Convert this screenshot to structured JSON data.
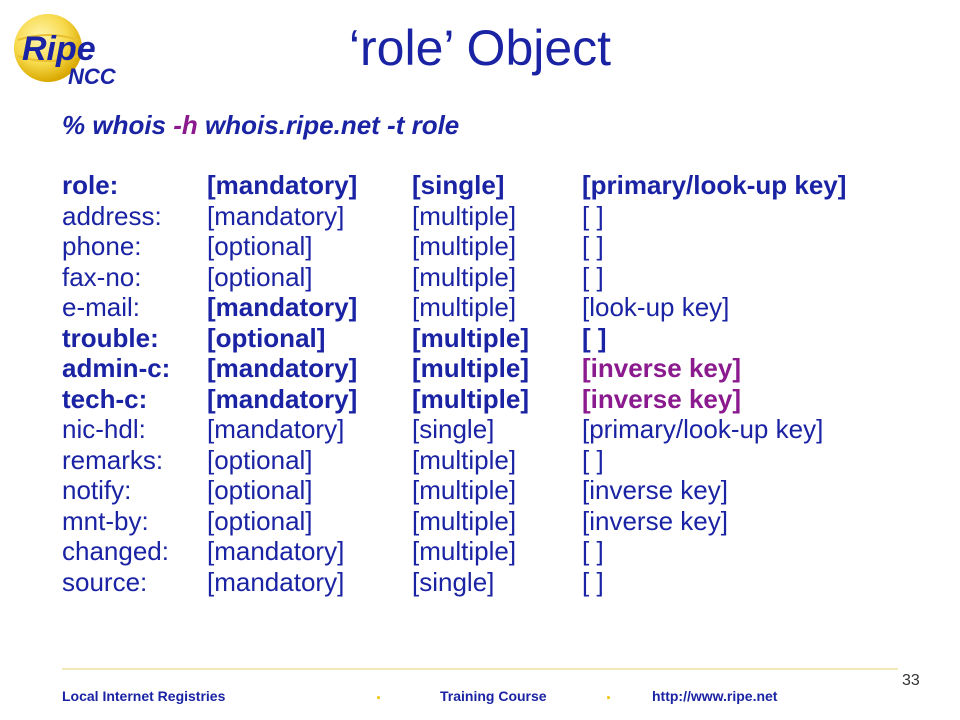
{
  "logo": {
    "main": "Ripe",
    "sub": "NCC"
  },
  "title": "‘role’ Object",
  "command": {
    "prefix": "% whois ",
    "flag": "-h",
    "rest": " whois.ripe.net -t role"
  },
  "attributes": [
    {
      "name": "role:",
      "status": "[mandatory]",
      "mult": "[single]",
      "key": "[primary/look-up key]",
      "bold": true,
      "highlight": false
    },
    {
      "name": "address:",
      "status": "[mandatory]",
      "mult": "[multiple]",
      "key": "[ ]",
      "bold": false,
      "highlight": false
    },
    {
      "name": "phone:",
      "status": "[optional]",
      "mult": "[multiple]",
      "key": "[ ]",
      "bold": false,
      "highlight": false
    },
    {
      "name": "fax-no:",
      "status": "[optional]",
      "mult": "[multiple]",
      "key": "[ ]",
      "bold": false,
      "highlight": false
    },
    {
      "name": "e-mail:",
      "status": "[mandatory]",
      "mult": "[multiple]",
      "key": "[look-up key]",
      "bold": false,
      "highlight": false,
      "status_bold": true
    },
    {
      "name": "trouble:",
      "status": "[optional]",
      "mult": "[multiple]",
      "key": "[ ]",
      "bold": true,
      "highlight": false
    },
    {
      "name": "admin-c:",
      "status": "[mandatory]",
      "mult": "[multiple]",
      "key": "[inverse key]",
      "bold": true,
      "highlight": true
    },
    {
      "name": "tech-c:",
      "status": "[mandatory]",
      "mult": "[multiple]",
      "key": "[inverse key]",
      "bold": true,
      "highlight": true
    },
    {
      "name": "nic-hdl:",
      "status": "[mandatory]",
      "mult": "[single]",
      "key": "[primary/look-up key]",
      "bold": false,
      "highlight": false
    },
    {
      "name": "remarks:",
      "status": "[optional]",
      "mult": "[multiple]",
      "key": "[ ]",
      "bold": false,
      "highlight": false
    },
    {
      "name": "notify:",
      "status": "[optional]",
      "mult": "[multiple]",
      "key": "[inverse key]",
      "bold": false,
      "highlight": false
    },
    {
      "name": "mnt-by:",
      "status": "[optional]",
      "mult": "[multiple]",
      "key": "[inverse key]",
      "bold": false,
      "highlight": false
    },
    {
      "name": "changed:",
      "status": "[mandatory]",
      "mult": "[multiple]",
      "key": "[ ]",
      "bold": false,
      "highlight": false
    },
    {
      "name": "source:",
      "status": "[mandatory]",
      "mult": "[single]",
      "key": "[ ]",
      "bold": false,
      "highlight": false
    }
  ],
  "footer": {
    "left": "Local Internet Registries",
    "middle": "Training Course",
    "right": "http://www.ripe.net",
    "separator": ".",
    "page": "33"
  },
  "colors": {
    "text": "#1a23a3",
    "highlight": "#8a1a8e",
    "accent": "#f0c400"
  }
}
